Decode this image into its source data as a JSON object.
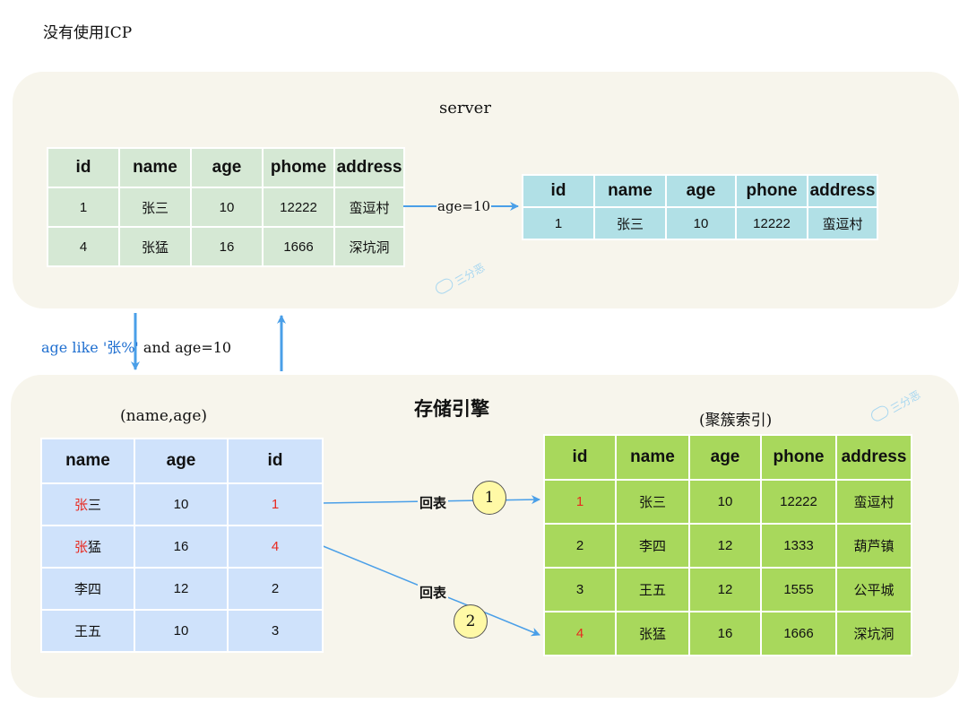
{
  "page_title": "没有使用ICP",
  "server": {
    "label": "server",
    "table": {
      "headers": [
        "id",
        "name",
        "age",
        "phome",
        "address"
      ],
      "rows": [
        [
          "1",
          "张三",
          "10",
          "12222",
          "蛮逗村"
        ],
        [
          "4",
          "张猛",
          "16",
          "1666",
          "深坑洞"
        ]
      ]
    },
    "filter_label": "age=10",
    "result": {
      "headers": [
        "id",
        "name",
        "age",
        "phone",
        "address"
      ],
      "rows": [
        [
          "1",
          "张三",
          "10",
          "12222",
          "蛮逗村"
        ]
      ]
    }
  },
  "query_label": {
    "part1": "age like '张%'",
    "part2": " and age=10"
  },
  "engine": {
    "label": "存储引擎",
    "secondary_index": {
      "title": "(name,age)",
      "headers": [
        "name",
        "age",
        "id"
      ],
      "rows": [
        [
          "张",
          "三",
          "10",
          "1"
        ],
        [
          "张",
          "猛",
          "16",
          "4"
        ],
        [
          "",
          "李四",
          "12",
          "2"
        ],
        [
          "",
          "王五",
          "10",
          "3"
        ]
      ]
    },
    "clustered_index": {
      "title": "(聚簇索引)",
      "headers": [
        "id",
        "name",
        "age",
        "phone",
        "address"
      ],
      "rows": [
        [
          "1",
          "张三",
          "10",
          "12222",
          "蛮逗村"
        ],
        [
          "2",
          "李四",
          "12",
          "1333",
          "葫芦镇"
        ],
        [
          "3",
          "王五",
          "12",
          "1555",
          "公平城"
        ],
        [
          "4",
          "张猛",
          "16",
          "1666",
          "深坑洞"
        ]
      ]
    },
    "lookup_label_1": "回表",
    "lookup_label_2": "回表",
    "step_1": "1",
    "step_2": "2"
  },
  "watermark": "三分恶",
  "colors": {
    "panel": "#f7f5ec",
    "server_table": "#d5e8d4",
    "result_table": "#b1e0e6",
    "secondary_table": "#cfe2fb",
    "clustered_table": "#a8d85c",
    "arrow": "#4a9fe8",
    "highlight": "#e8291f",
    "step_circle": "#fff9a6"
  }
}
